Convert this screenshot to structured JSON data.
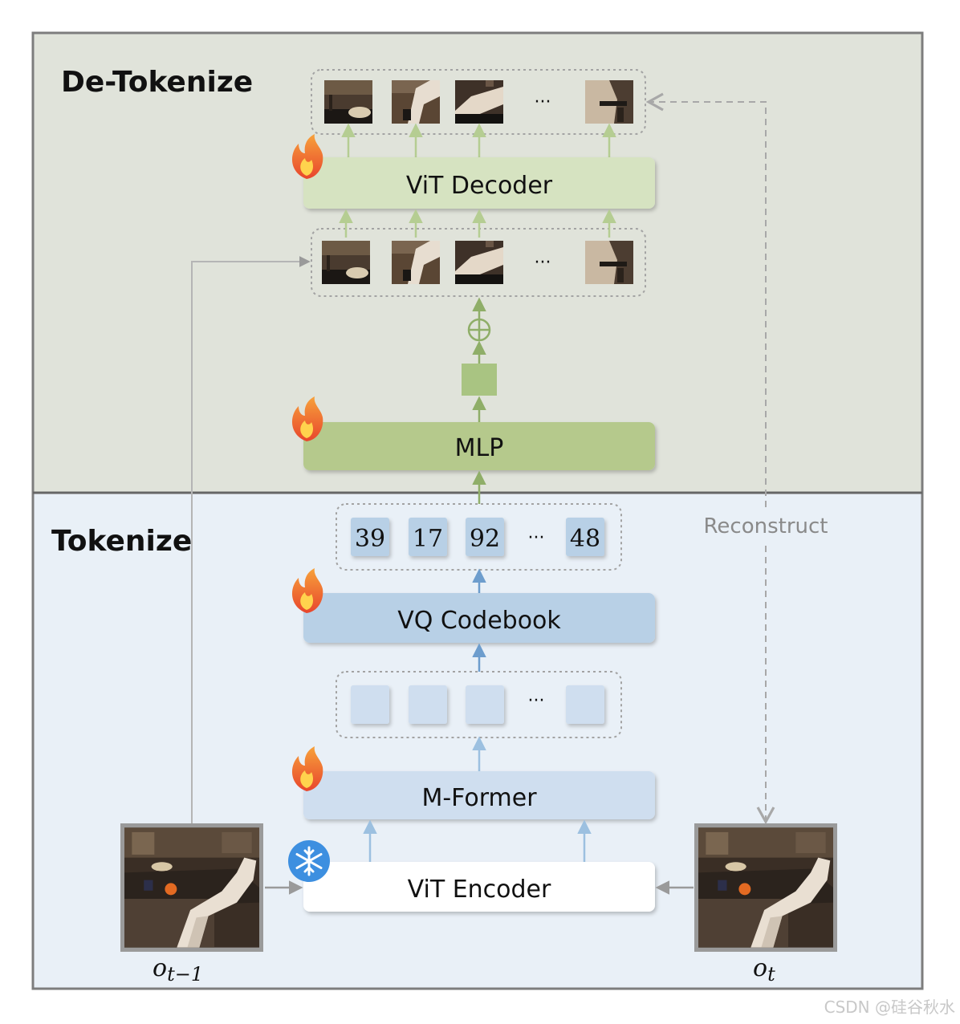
{
  "sections": {
    "detokenize_title": "De-Tokenize",
    "tokenize_title": "Tokenize"
  },
  "modules": {
    "vit_decoder": "ViT Decoder",
    "mlp": "MLP",
    "vq_codebook": "VQ Codebook",
    "m_former": "M-Former",
    "vit_encoder": "ViT Encoder"
  },
  "tokens": {
    "values": [
      "39",
      "17",
      "92",
      "48"
    ],
    "ellipsis": "···"
  },
  "ellipsis": "···",
  "labels": {
    "reconstruct": "Reconstruct",
    "obs_prev": "o",
    "obs_prev_sub": "t−1",
    "obs_curr": "o",
    "obs_curr_sub": "t"
  },
  "icons": {
    "trainable": "flame-icon",
    "frozen": "snowflake-icon"
  },
  "watermark": "CSDN @硅谷秋水",
  "colors": {
    "detokenize_bg": "#e0e3da",
    "tokenize_bg": "#e9f0f7",
    "decoder_fill": "#d6e3c1",
    "mlp_fill": "#b5c98c",
    "codebook_fill": "#b8d0e6",
    "mformer_fill": "#cfdeef",
    "arrow_green": "#8fae68",
    "arrow_blue": "#6d9dcd"
  }
}
